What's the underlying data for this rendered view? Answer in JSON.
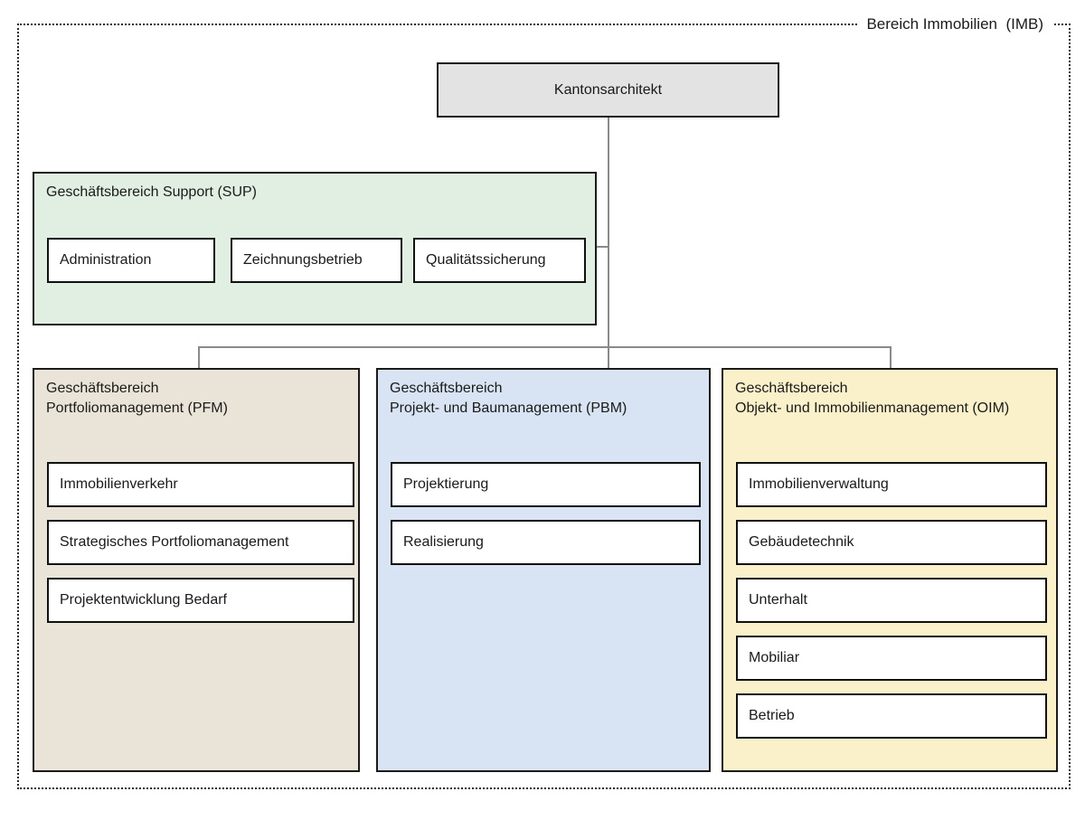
{
  "diagram": {
    "title": "Bereich Immobilien  (IMB)",
    "root": {
      "label": "Kantonsarchitekt"
    },
    "support": {
      "title": "Geschäftsbereich Support (SUP)",
      "items": [
        "Administration",
        "Zeichnungsbetrieb",
        "Qualitätssicherung"
      ]
    },
    "divisions": [
      {
        "id": "PFM",
        "title_line1": "Geschäftsbereich",
        "title_line2": "Portfoliomanagement (PFM)",
        "color": "#eae3d8",
        "items": [
          "Immobilienverkehr",
          "Strategisches Portfoliomanagement",
          "Projektentwicklung Bedarf"
        ]
      },
      {
        "id": "PBM",
        "title_line1": "Geschäftsbereich",
        "title_line2": "Projekt- und Baumanagement (PBM)",
        "color": "#d8e4f4",
        "items": [
          "Projektierung",
          "Realisierung"
        ]
      },
      {
        "id": "OIM",
        "title_line1": "Geschäftsbereich",
        "title_line2": "Objekt- und Immobilienmanagement (OIM)",
        "color": "#faf1cb",
        "items": [
          "Immobilienverwaltung",
          "Gebäudetechnik",
          "Unterhalt",
          "Mobiliar",
          "Betrieb"
        ]
      }
    ],
    "colors": {
      "root_fill": "#e3e3e3",
      "support_fill": "#e1efe3",
      "pfm_fill": "#eae3d8",
      "pbm_fill": "#d8e4f4",
      "oim_fill": "#faf1cb",
      "box_border": "#1a1a1a",
      "connector": "#8a8a8a",
      "text": "#1a1a1a"
    }
  }
}
